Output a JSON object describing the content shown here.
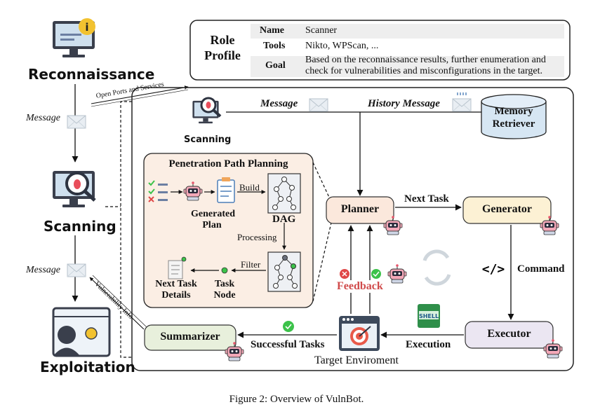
{
  "role_profile": {
    "title_line1": "Role",
    "title_line2": "Profile",
    "rows": [
      {
        "key": "Name",
        "value": "Scanner"
      },
      {
        "key": "Tools",
        "value": "Nikto, WPScan, ..."
      },
      {
        "key": "Goal",
        "value": "Based on the reconnaissance results, further enumeration and",
        "value2": "check for vulnerabilities and misconfigurations in the target."
      }
    ]
  },
  "left_column": {
    "reconnaissance": "Reconnaissance",
    "scanning": "Scanning",
    "exploitation": "Exploitation",
    "message_1": "Message",
    "message_2": "Message",
    "open_ports": "Open Ports and Services",
    "vuln_info": "Vulnerability Info"
  },
  "main": {
    "scanning_icon_label": "Scanning",
    "message": "Message",
    "history_message": "History Message",
    "memory_retriever_1": "Memory",
    "memory_retriever_2": "Retriever",
    "planner": "Planner",
    "next_task": "Next Task",
    "generator": "Generator",
    "command": "Command",
    "executor": "Executor",
    "execution": "Execution",
    "feedback": "Feedback",
    "successful_tasks": "Successful Tasks",
    "summarizer": "Summarizer",
    "target_environment": "Target Enviroment",
    "shell_label": "SHELL"
  },
  "ppp": {
    "title": "Penetration Path Planning",
    "build": "Build",
    "generated_plan_1": "Generated",
    "generated_plan_2": "Plan",
    "dag": "DAG",
    "processing": "Processing",
    "filter": "Filter",
    "task_node_1": "Task",
    "task_node_2": "Node",
    "next_task_details_1": "Next Task",
    "next_task_details_2": "Details"
  },
  "caption": "Figure 2: Overview of VulnBot.",
  "colors": {
    "planner_fill": "#fbe8dc",
    "generator_fill": "#fcf1d4",
    "executor_fill": "#ebe6f2",
    "summarizer_fill": "#e8f0dc",
    "ppp_fill": "#fbeee4",
    "memory_fill": "#d6e6f3",
    "feedback_red": "#d04a4a",
    "success_green": "#3cc24a",
    "fail_red": "#e04848",
    "robot_pink": "#f3a8b8"
  }
}
